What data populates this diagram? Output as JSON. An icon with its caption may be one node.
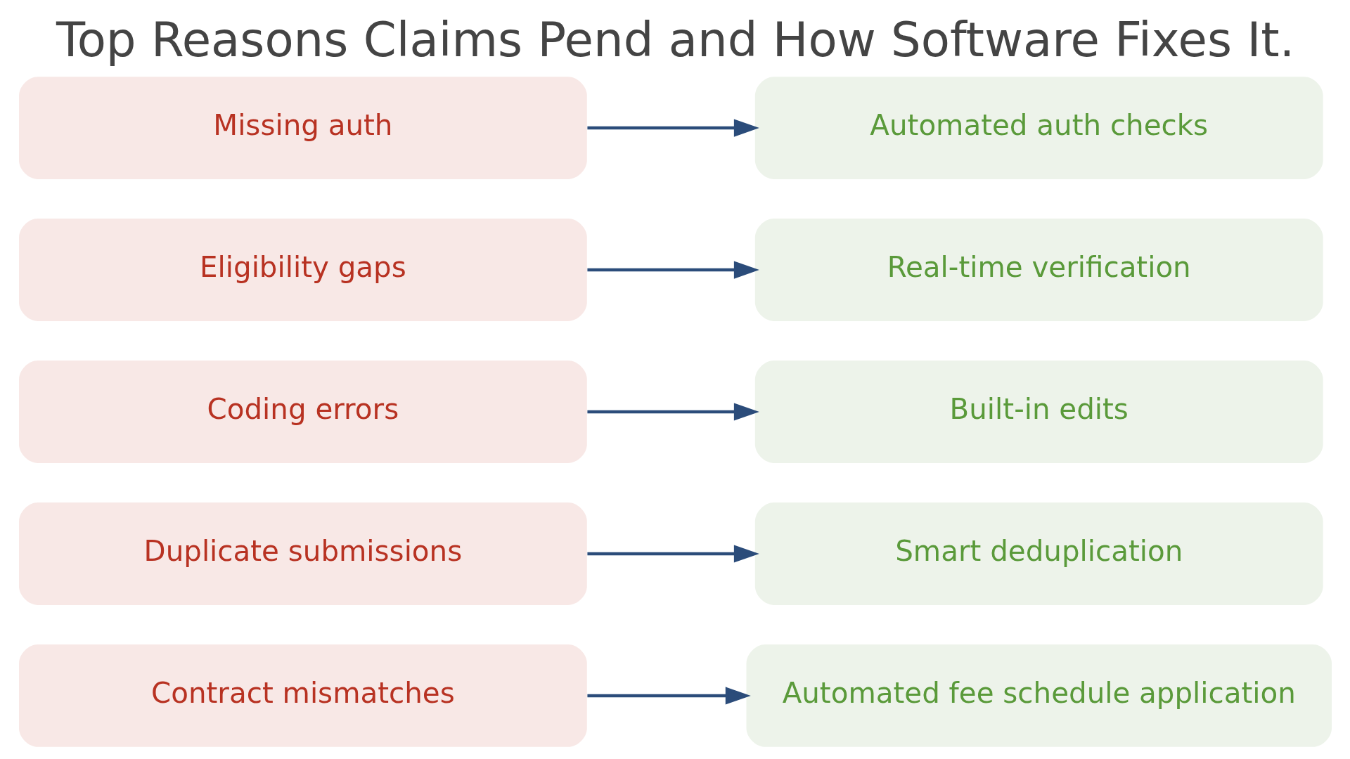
{
  "diagram": {
    "title": "Top Reasons Claims Pend and How Software Fixes It.",
    "nodes": [
      {
        "text": [
          "Missing auth"
        ]
      },
      {
        "text": [
          "Automated auth checks"
        ]
      },
      {
        "text": [
          "Eligibility gaps"
        ]
      },
      {
        "text": [
          "Real-time verification"
        ]
      },
      {
        "text": [
          "Coding errors"
        ]
      },
      {
        "text": [
          "Built-in edits"
        ]
      },
      {
        "text": [
          "Duplicate submissions"
        ]
      },
      {
        "text": [
          "Smart deduplication"
        ]
      },
      {
        "text": [
          "Contract mismatches"
        ]
      },
      {
        "text": [
          "Automated fee schedule application"
        ]
      }
    ],
    "edges": [
      {
        "from": 0,
        "to": 1,
        "arrow": "to"
      },
      {
        "from": 2,
        "to": 3,
        "arrow": "to"
      },
      {
        "from": 4,
        "to": 5,
        "arrow": "to"
      },
      {
        "from": 6,
        "to": 7,
        "arrow": "to"
      },
      {
        "from": 8,
        "to": 9,
        "arrow": "to"
      }
    ]
  }
}
